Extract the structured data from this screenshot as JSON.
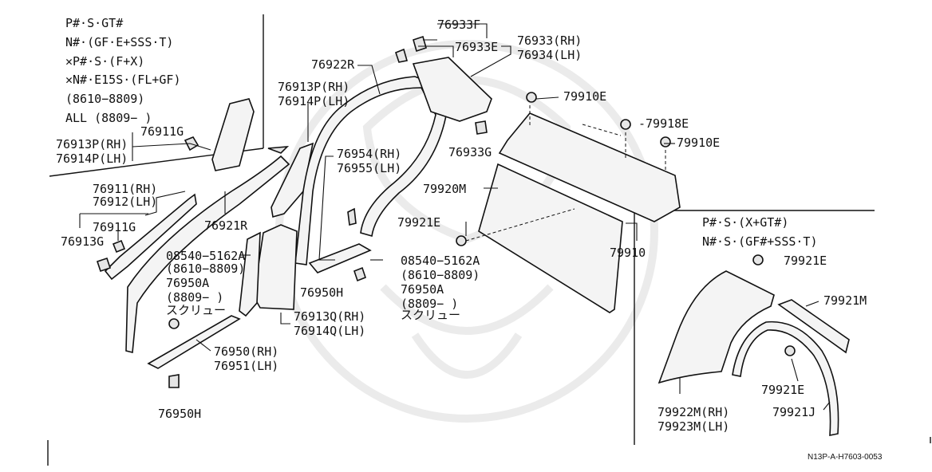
{
  "notes_top_left": [
    "P#·S·GT#",
    "N#·(GF·E+SSS·T)",
    "✕P#·S·(F+X)",
    "✕N#·E15S·(FL+GF)",
    "(8610−8809)",
    "ALL (8809−     )"
  ],
  "notes_right": [
    "P#·S·(X+GT#)",
    "N#·S·(GF#+SSS·T)"
  ],
  "labels": {
    "p76933F": "76933F",
    "p76933E": "76933E",
    "p76933RH": "76933(RH)",
    "p76934LH": "76934(LH)",
    "p76922R": "76922R",
    "p76913P_RH_a": "76913P(RH)",
    "p76914P_LH_a": "76914P(LH)",
    "p76911G_a": "76911G",
    "p76913P_RH_b": "76913P(RH)",
    "p76914P_LH_b": "76914P(LH)",
    "p79910E_a": "79910E",
    "p79918E": "-79918E",
    "p79910E_b": "79910E",
    "p76933G": "76933G",
    "p76954RH": "76954(RH)",
    "p76955LH": "76955(LH)",
    "p76911RH": "76911(RH)",
    "p76912LH": "76912(LH)",
    "p76911G_b": "76911G",
    "p76913G": "76913G",
    "p76921R": "76921R",
    "p79920M": "79920M",
    "p79921E_a": "79921E",
    "p08540_a": "08540−5162A",
    "p8610_a": "(8610−8809)",
    "p76950A_a": "76950A",
    "p8809_a": "(8809−       )",
    "screw_a": "スクリュー",
    "p08540_b": "08540−5162A",
    "p8610_b": "(8610−8809)",
    "p76950A_b": "76950A",
    "p8809_b": "(8809−       )",
    "screw_b": "スクリュー",
    "p76950H_a": "76950H",
    "p76913Q_RH": "76913Q(RH)",
    "p76914Q_LH": "76914Q(LH)",
    "p76950RH": "76950(RH)",
    "p76951LH": "76951(LH)",
    "p76950H_b": "76950H",
    "p79910": "79910",
    "p79921E_b": "79921E",
    "p79921M": "79921M",
    "p79921E_c": "79921E",
    "p79922M_RH": "79922M(RH)",
    "p79923M_LH": "79923M(LH)",
    "p79921J": "79921J"
  },
  "diagram_code": "N13P-A-H7603-0053"
}
